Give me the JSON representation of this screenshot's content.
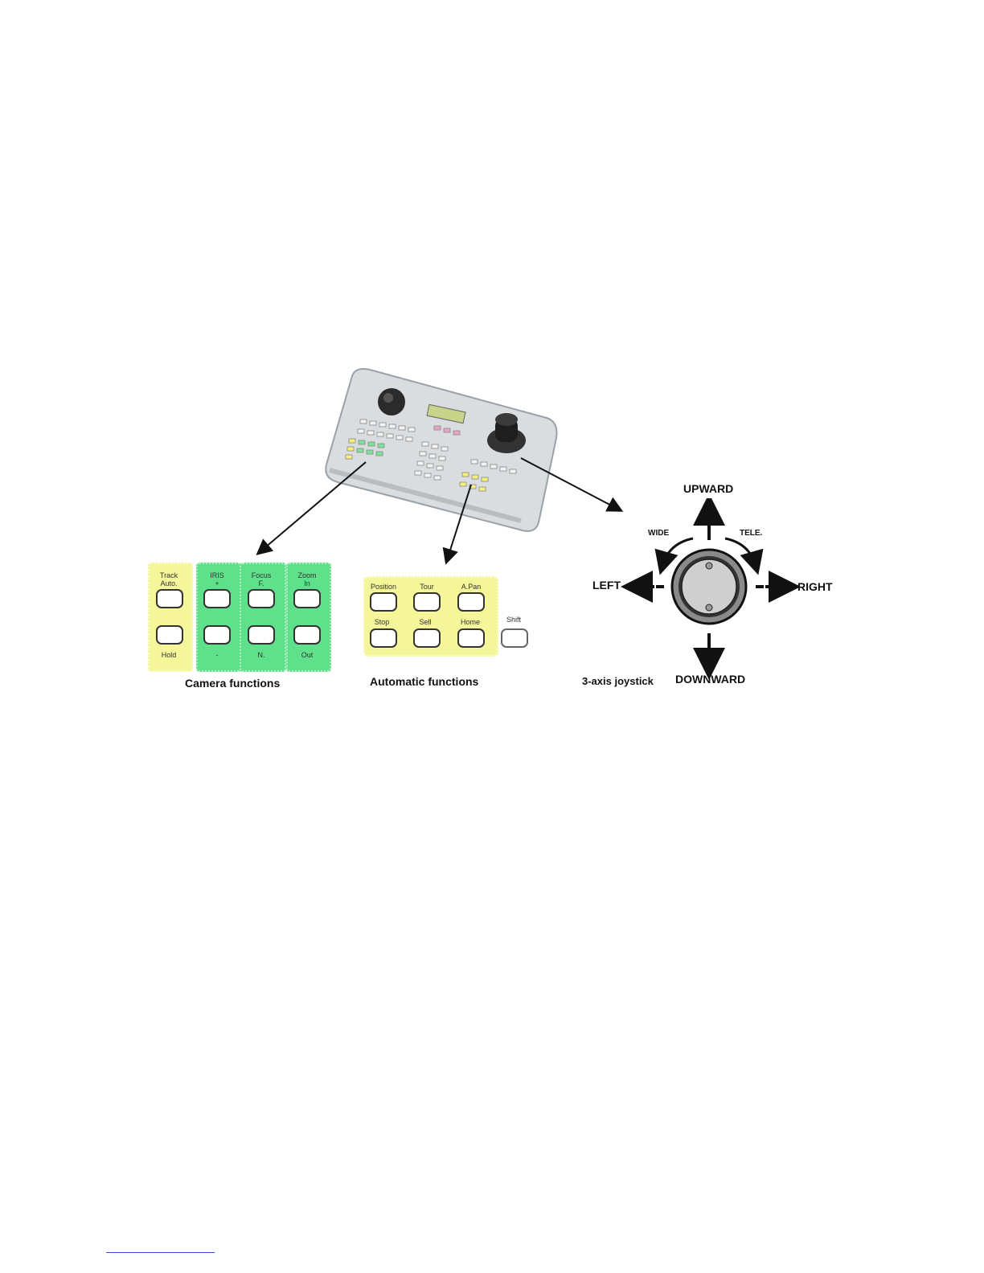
{
  "camera": {
    "caption": "Camera functions",
    "columns": [
      {
        "top": "Track\nAuto.",
        "bottom": "Hold",
        "color": "#f5f59a"
      },
      {
        "top": "IRIS\n+",
        "bottom": "-",
        "color": "#5fe08a"
      },
      {
        "top": "Focus\nF.",
        "bottom": "N.",
        "color": "#5fe08a"
      },
      {
        "top": "Zoom\nIn",
        "bottom": "Out",
        "color": "#5fe08a"
      }
    ]
  },
  "automatic": {
    "caption": "Automatic functions",
    "row1": [
      "Position",
      "Tour",
      "A.Pan"
    ],
    "row2": [
      "Stop",
      "Sell",
      "Home"
    ],
    "shift": "Shift"
  },
  "joystick": {
    "caption": "3-axis joystick",
    "up": "UPWARD",
    "down": "DOWNWARD",
    "left": "LEFT",
    "right": "RIGHT",
    "wide": "WIDE",
    "tele": "TELE."
  }
}
